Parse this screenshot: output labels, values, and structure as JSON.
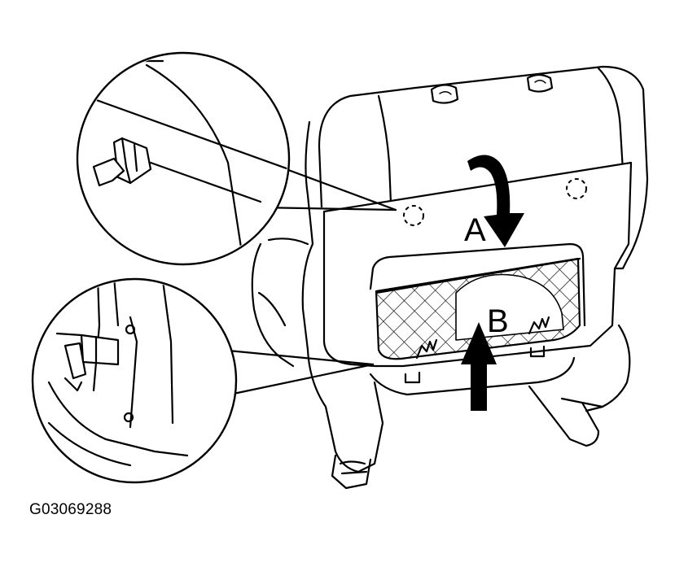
{
  "labels": {
    "a": "A",
    "b": "B"
  },
  "figure_id": "G03069288"
}
